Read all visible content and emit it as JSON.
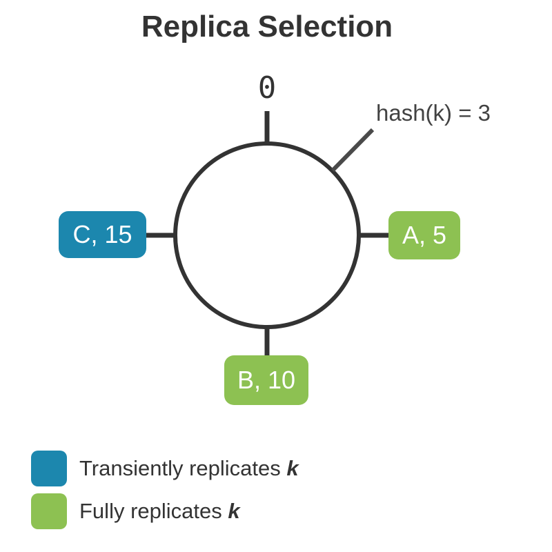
{
  "title": "Replica Selection",
  "colors": {
    "transient": "#1c87ae",
    "full": "#8dc152",
    "ink": "#333333",
    "annotation": "#4a4a4a"
  },
  "ring": {
    "zero_label": "0",
    "hash_annotation": "hash(k) = 3",
    "nodes": [
      {
        "id": "A",
        "label": "A, 5",
        "role": "full"
      },
      {
        "id": "B",
        "label": "B, 10",
        "role": "full"
      },
      {
        "id": "C",
        "label": "C, 15",
        "role": "transient"
      }
    ]
  },
  "legend": {
    "items": [
      {
        "label": "Transiently replicates",
        "emphasis": "k",
        "color_key": "transient"
      },
      {
        "label": "Fully replicates",
        "emphasis": "k",
        "color_key": "full"
      }
    ]
  }
}
